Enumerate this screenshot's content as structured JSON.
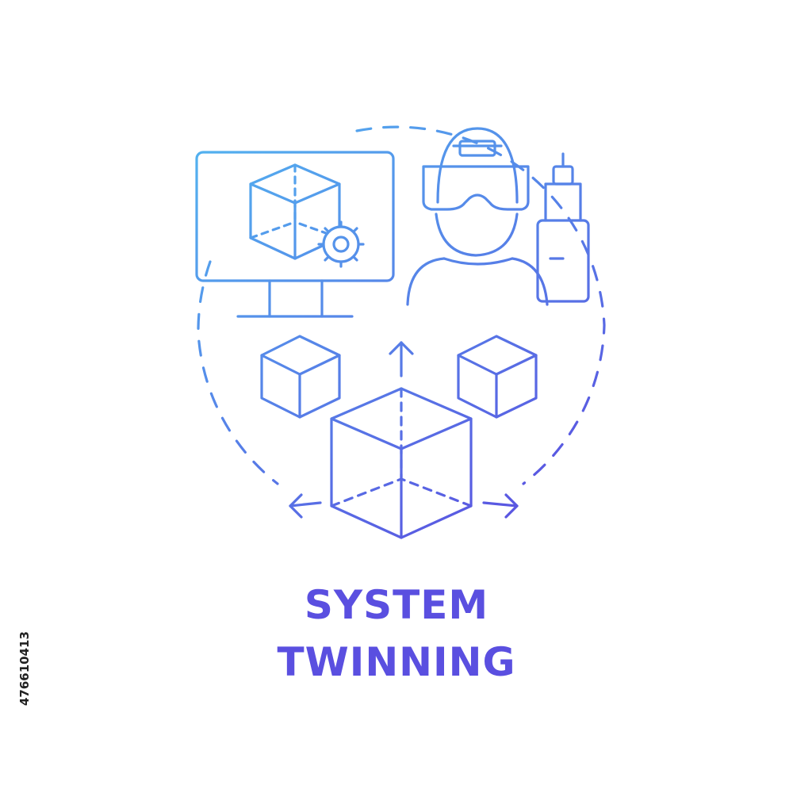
{
  "caption": {
    "line1": "SYSTEM",
    "line2": "TWINNING"
  },
  "stock_id": "476610413",
  "colors": {
    "gradient_start": "#52b6f0",
    "gradient_end": "#5a4fe0"
  },
  "icons": [
    "computer-monitor-icon",
    "cube-with-gear-icon",
    "vr-headset-person-icon",
    "battery-device-icon",
    "small-cube-icon",
    "large-cube-with-arrows-icon",
    "dashed-circle-frame"
  ]
}
